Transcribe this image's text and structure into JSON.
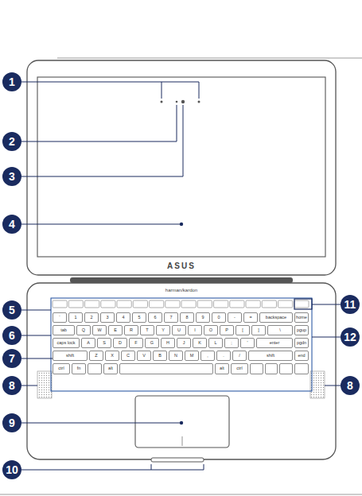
{
  "diagram": {
    "labels": [
      "1",
      "2",
      "3",
      "4",
      "5",
      "11",
      "6",
      "12",
      "7",
      "8",
      "8",
      "9",
      "10",
      "ASUS",
      "harman/kardon",
      "`",
      "1",
      "2",
      "3",
      "4",
      "5",
      "6",
      "7",
      "8",
      "9",
      "0",
      "-",
      "=",
      "backspace",
      "home",
      "tab",
      "Q",
      "W",
      "E",
      "R",
      "T",
      "Y",
      "U",
      "I",
      "O",
      "P",
      "[",
      "]",
      "\\",
      "pgup",
      "caps lock",
      "A",
      "S",
      "D",
      "F",
      "G",
      "H",
      "J",
      "K",
      "L",
      ";",
      "'",
      "enter",
      "pgdn",
      "shift",
      "Z",
      "X",
      "C",
      "V",
      "B",
      "N",
      "M",
      ",",
      ".",
      "/",
      "shift",
      "end",
      "ctrl",
      "fn",
      "alt",
      "alt",
      "ctrl"
    ]
  }
}
